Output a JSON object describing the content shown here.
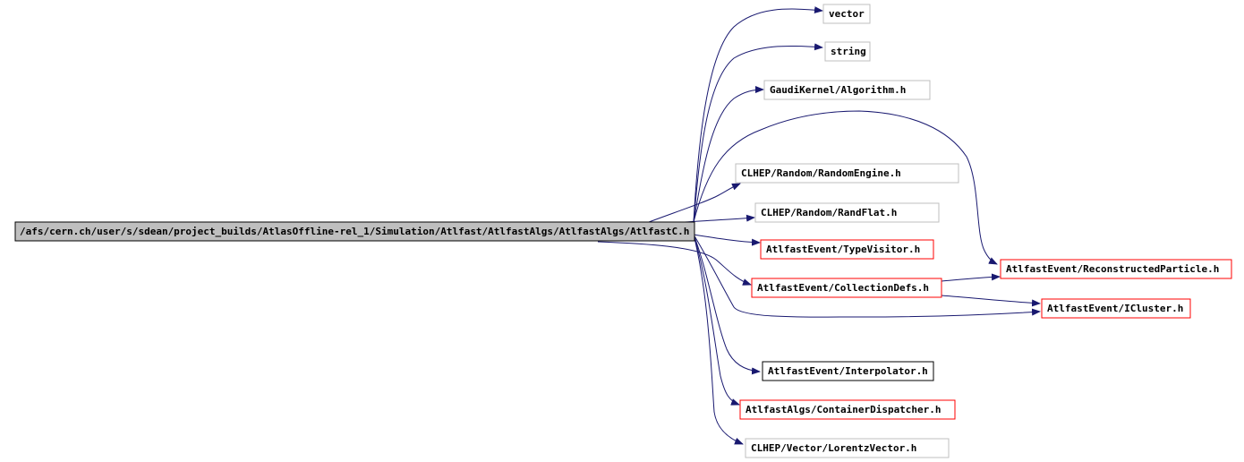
{
  "root": {
    "label": "/afs/cern.ch/user/s/sdean/project_builds/AtlasOffline-rel_1/Simulation/Atlfast/AtlfastAlgs/AtlfastAlgs/AtlfastC.h",
    "fill": "#bfbfbf",
    "border": "#000000"
  },
  "colors": {
    "edge": "#191970",
    "external_border": "#bfbfbf",
    "documented_border": "#ff0000",
    "leaf_border": "#000000"
  },
  "nodes": {
    "vector": "vector",
    "string": "string",
    "gaudi_algorithm": "GaudiKernel/Algorithm.h",
    "clhep_random_engine": "CLHEP/Random/RandomEngine.h",
    "clhep_rand_flat": "CLHEP/Random/RandFlat.h",
    "type_visitor": "AtlfastEvent/TypeVisitor.h",
    "reconstructed_particle": "AtlfastEvent/ReconstructedParticle.h",
    "collection_defs": "AtlfastEvent/CollectionDefs.h",
    "icluster": "AtlfastEvent/ICluster.h",
    "interpolator": "AtlfastEvent/Interpolator.h",
    "container_dispatcher": "AtlfastAlgs/ContainerDispatcher.h",
    "lorentz_vector": "CLHEP/Vector/LorentzVector.h"
  }
}
